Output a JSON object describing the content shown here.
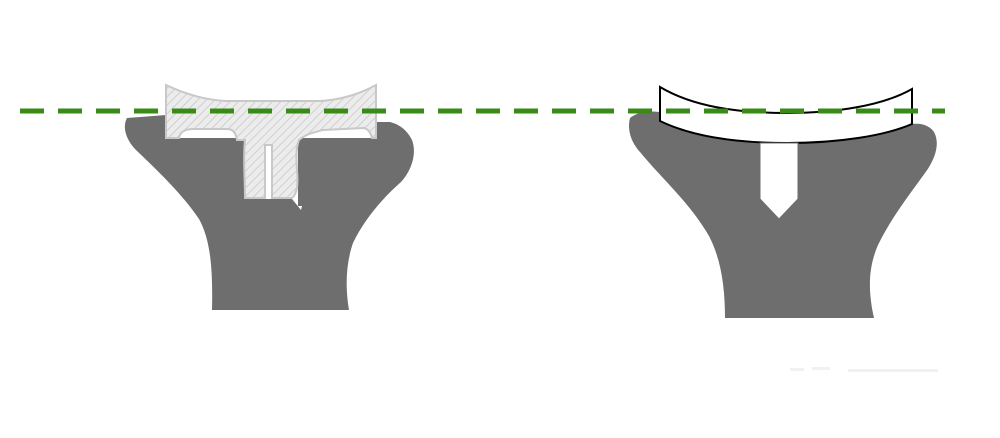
{
  "diagram": {
    "colors": {
      "bone": "#6e6e6e",
      "reference_line": "#3a8a17",
      "implant_left_fill": "#e8e8e8",
      "implant_left_hatch": "#cfcfcf",
      "implant_right_stroke": "#000000",
      "background": "#ffffff"
    },
    "elements": {
      "left_bone": "bone-cross-section",
      "left_implant": "hatched-t-shaped-implant",
      "right_bone": "bone-cross-section",
      "right_implant": "curved-cap-implant",
      "reference_line": "horizontal-dashed-line"
    }
  }
}
